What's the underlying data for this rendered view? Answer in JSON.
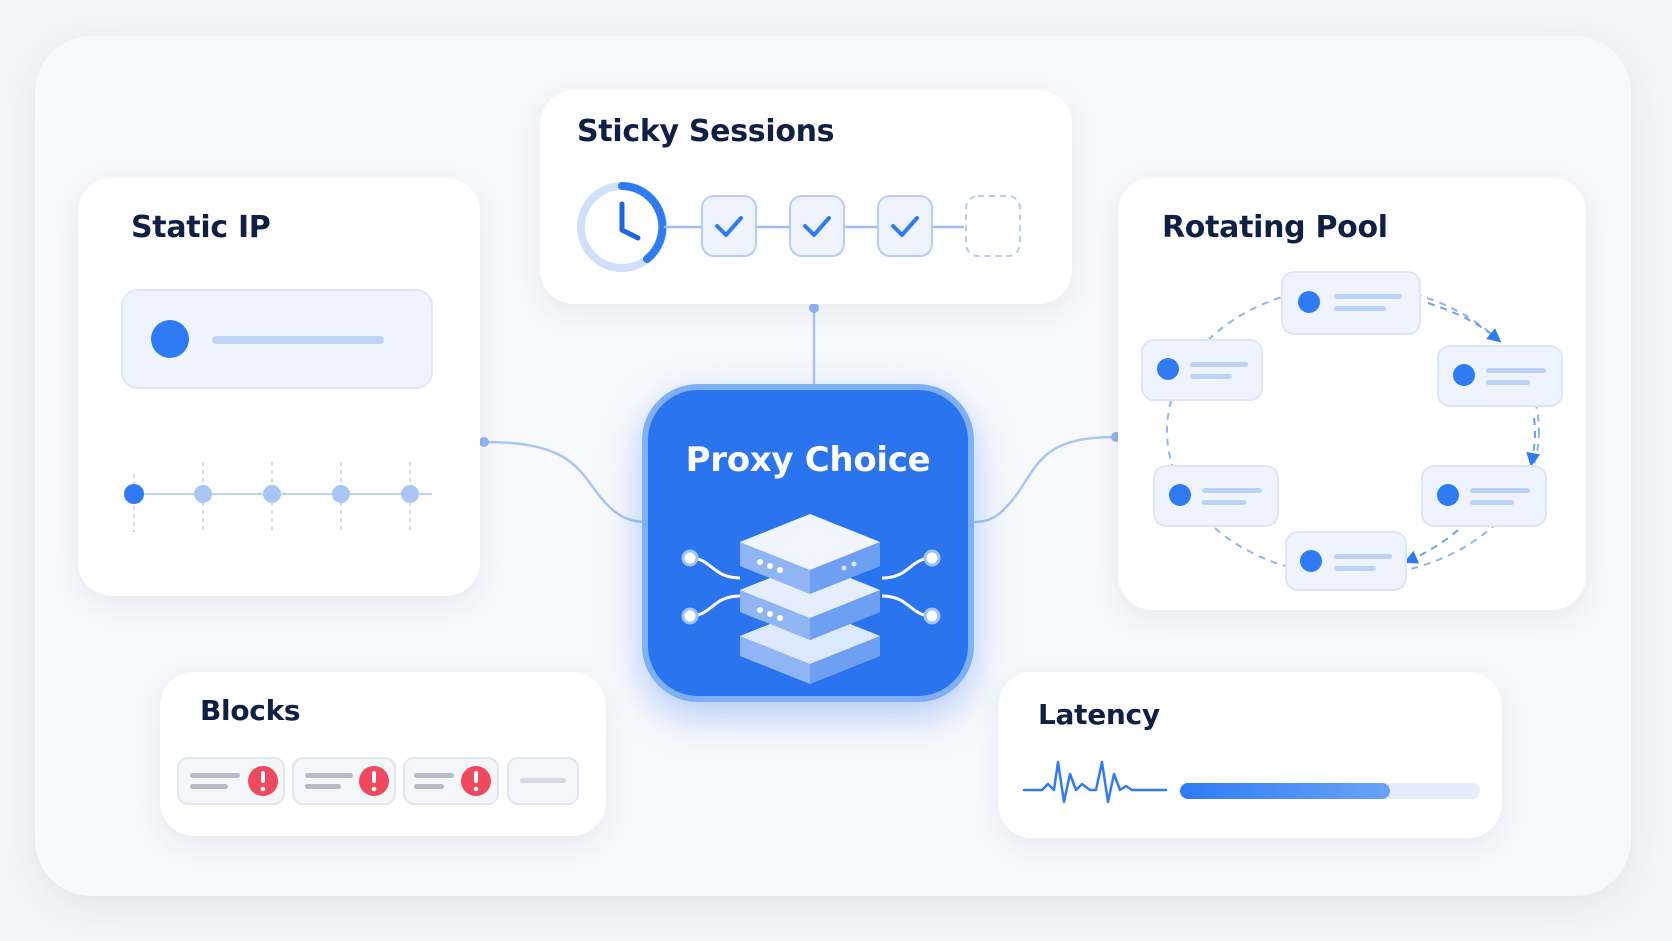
{
  "colors": {
    "accent": "#2f7bf5",
    "accent_light": "#a9c6f7",
    "title_text": "#0f1f45",
    "alert": "#f0495e",
    "hub_fill": "#2b74f0"
  },
  "hub": {
    "title": "Proxy Choice",
    "icon": "server-stack-icon"
  },
  "static_ip": {
    "title": "Static IP",
    "icon": "ip-dot-icon"
  },
  "sticky_sessions": {
    "title": "Sticky Sessions",
    "icon": "clock-icon",
    "steps": [
      "done",
      "done",
      "done",
      "pending"
    ]
  },
  "rotating_pool": {
    "title": "Rotating Pool",
    "node_count": 6
  },
  "blocks": {
    "title": "Blocks",
    "alert_icon": "exclamation-icon",
    "alert_count": 3
  },
  "latency": {
    "title": "Latency",
    "icon": "heartbeat-icon",
    "level": 0.7
  }
}
